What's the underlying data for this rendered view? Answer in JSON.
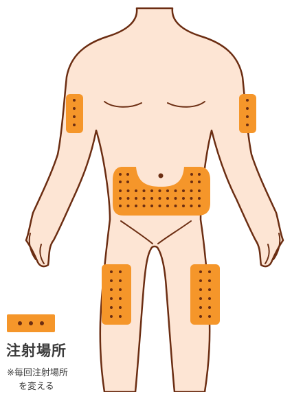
{
  "colors": {
    "skin": "#fde5d4",
    "outline": "#6b2d12",
    "injection_site": "#f5962a",
    "dot": "#6b2d12"
  },
  "legend": {
    "title": "注射場所",
    "note_line1": "※毎回注射場所",
    "note_line2": "を変える"
  }
}
